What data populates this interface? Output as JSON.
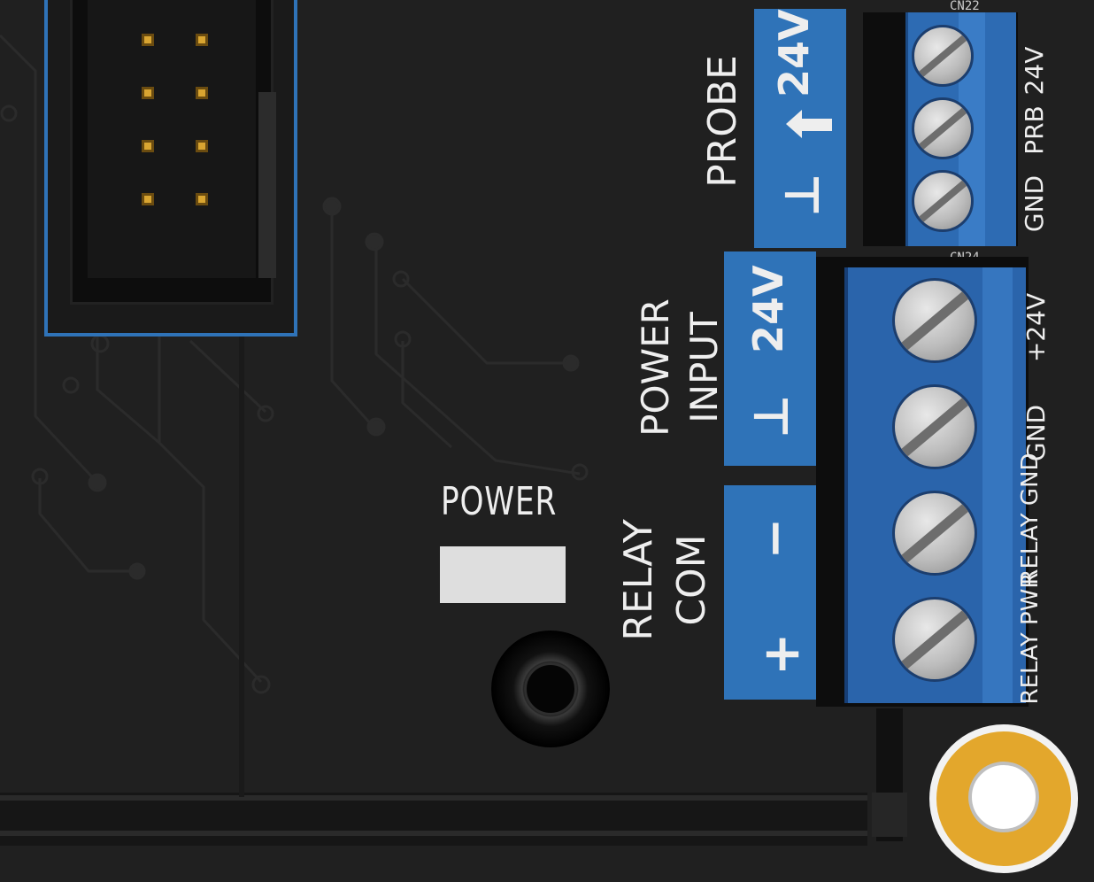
{
  "board": {
    "colors": {
      "pcb": "#202020",
      "silkscreen": "#eeeeee",
      "terminal_blue": "#2f73b8",
      "gold": "#d9a531"
    },
    "labels": {
      "power": "POWER",
      "probe": "PROBE",
      "probe_24v": "24V",
      "probe_gnd_symbol": "⊥",
      "power_input_line1": "POWER",
      "power_input_line2": "INPUT",
      "power_input_24v": "24V",
      "power_input_gnd_symbol": "⊥",
      "relay_com_line1": "RELAY",
      "relay_com_line2": "COM",
      "relay_minus": "−",
      "relay_plus": "+"
    },
    "connectors": {
      "cn22": {
        "ref": "CN22",
        "pins": [
          "GND",
          "PRB",
          "24V"
        ]
      },
      "cn24": {
        "ref": "CN24",
        "pins": [
          "+24V",
          "GND",
          "RELAY GND",
          "RELAY PWR"
        ]
      }
    }
  }
}
